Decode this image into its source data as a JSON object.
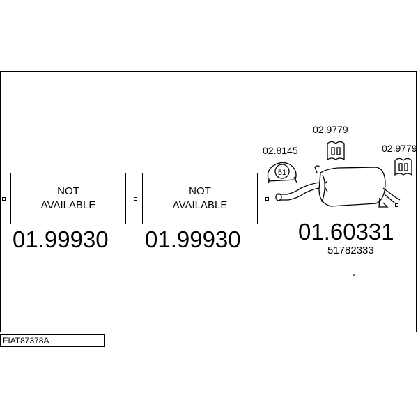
{
  "diagram_code": "FIAT87378A",
  "sections": [
    {
      "status_line1": "NOT",
      "status_line2": "AVAILABLE",
      "part_number": "01.99930"
    },
    {
      "status_line1": "NOT",
      "status_line2": "AVAILABLE",
      "part_number": "01.99930"
    },
    {
      "part_number": "01.60331",
      "oem_reference": "51782333"
    }
  ],
  "accessories": [
    {
      "code": "02.8145",
      "badge": "51",
      "icon": "exhaust-clamp-icon"
    },
    {
      "code": "02.9779",
      "icon": "rubber-mount-icon"
    },
    {
      "code": "02.9779",
      "icon": "rubber-mount-icon"
    }
  ],
  "silencer_icon": "rear-silencer-icon"
}
